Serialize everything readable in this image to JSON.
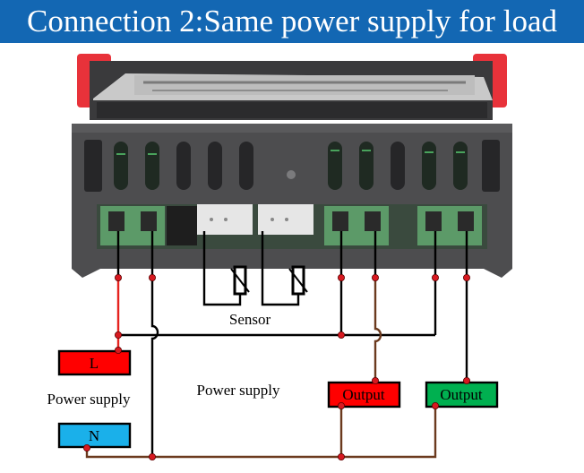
{
  "title": "Connection 2:Same power supply for load",
  "labels": {
    "sensor": "Sensor",
    "power_supply_left": "Power supply",
    "power_supply_center": "Power supply"
  },
  "terminals": {
    "live": {
      "label": "L",
      "color": "#ff0000"
    },
    "neutral": {
      "label": "N",
      "color": "#1ab0ea"
    },
    "output_1": {
      "label": "Output",
      "color": "#ff0000"
    },
    "output_2": {
      "label": "Output",
      "color": "#00b050"
    }
  },
  "colors": {
    "title_bg": "#1367b3",
    "wire_black": "#000000",
    "wire_red": "#e5231f",
    "wire_brown": "#6b3a1e",
    "junction": "#d71920",
    "device_body": "#4d4d4f",
    "terminal_green": "#5c9a68",
    "device_red": "#e8323a"
  }
}
